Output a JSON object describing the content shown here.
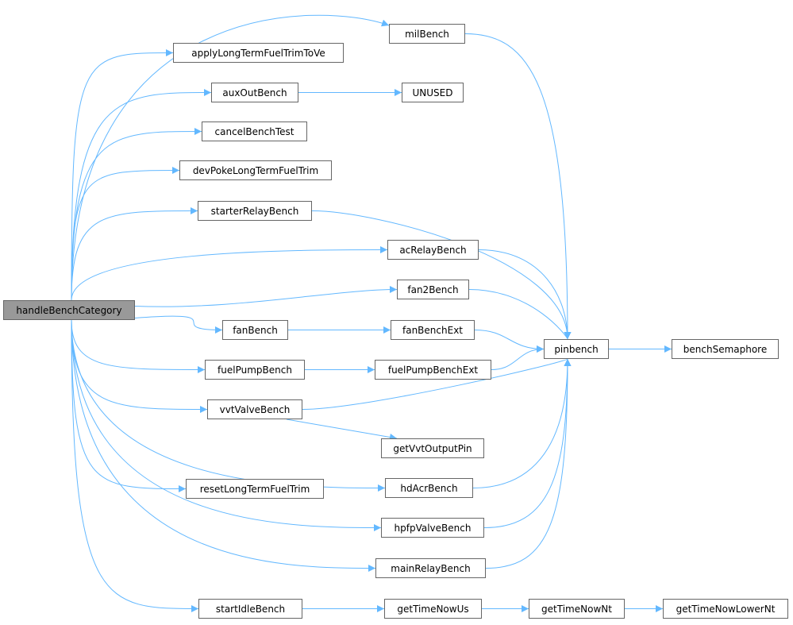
{
  "colors": {
    "edge": "#63b8ff",
    "root_fill": "#999999",
    "node_border": "#666666"
  },
  "nodes": {
    "handleBenchCategory": "handleBenchCategory",
    "milBench": "milBench",
    "applyLongTermFuelTrimToVe": "applyLongTermFuelTrimToVe",
    "auxOutBench": "auxOutBench",
    "UNUSED": "UNUSED",
    "cancelBenchTest": "cancelBenchTest",
    "devPokeLongTermFuelTrim": "devPokeLongTermFuelTrim",
    "starterRelayBench": "starterRelayBench",
    "acRelayBench": "acRelayBench",
    "fan2Bench": "fan2Bench",
    "fanBench": "fanBench",
    "fanBenchExt": "fanBenchExt",
    "pinbench": "pinbench",
    "benchSemaphore": "benchSemaphore",
    "fuelPumpBench": "fuelPumpBench",
    "fuelPumpBenchExt": "fuelPumpBenchExt",
    "vvtValveBench": "vvtValveBench",
    "getVvtOutputPin": "getVvtOutputPin",
    "resetLongTermFuelTrim": "resetLongTermFuelTrim",
    "hdAcrBench": "hdAcrBench",
    "hpfpValveBench": "hpfpValveBench",
    "mainRelayBench": "mainRelayBench",
    "startIdleBench": "startIdleBench",
    "getTimeNowUs": "getTimeNowUs",
    "getTimeNowNt": "getTimeNowNt",
    "getTimeNowLowerNt": "getTimeNowLowerNt"
  },
  "edges": [
    [
      "handleBenchCategory",
      "milBench"
    ],
    [
      "handleBenchCategory",
      "applyLongTermFuelTrimToVe"
    ],
    [
      "handleBenchCategory",
      "auxOutBench"
    ],
    [
      "handleBenchCategory",
      "cancelBenchTest"
    ],
    [
      "handleBenchCategory",
      "devPokeLongTermFuelTrim"
    ],
    [
      "handleBenchCategory",
      "starterRelayBench"
    ],
    [
      "handleBenchCategory",
      "acRelayBench"
    ],
    [
      "handleBenchCategory",
      "fan2Bench"
    ],
    [
      "handleBenchCategory",
      "fanBench"
    ],
    [
      "handleBenchCategory",
      "fuelPumpBench"
    ],
    [
      "handleBenchCategory",
      "vvtValveBench"
    ],
    [
      "handleBenchCategory",
      "resetLongTermFuelTrim"
    ],
    [
      "handleBenchCategory",
      "hdAcrBench"
    ],
    [
      "handleBenchCategory",
      "hpfpValveBench"
    ],
    [
      "handleBenchCategory",
      "mainRelayBench"
    ],
    [
      "handleBenchCategory",
      "startIdleBench"
    ],
    [
      "milBench",
      "pinbench"
    ],
    [
      "auxOutBench",
      "UNUSED"
    ],
    [
      "starterRelayBench",
      "pinbench"
    ],
    [
      "acRelayBench",
      "pinbench"
    ],
    [
      "fan2Bench",
      "pinbench"
    ],
    [
      "fanBench",
      "fanBenchExt"
    ],
    [
      "fanBenchExt",
      "pinbench"
    ],
    [
      "fuelPumpBench",
      "fuelPumpBenchExt"
    ],
    [
      "fuelPumpBenchExt",
      "pinbench"
    ],
    [
      "vvtValveBench",
      "pinbench"
    ],
    [
      "vvtValveBench",
      "getVvtOutputPin"
    ],
    [
      "hdAcrBench",
      "pinbench"
    ],
    [
      "hpfpValveBench",
      "pinbench"
    ],
    [
      "mainRelayBench",
      "pinbench"
    ],
    [
      "pinbench",
      "benchSemaphore"
    ],
    [
      "startIdleBench",
      "getTimeNowUs"
    ],
    [
      "getTimeNowUs",
      "getTimeNowNt"
    ],
    [
      "getTimeNowNt",
      "getTimeNowLowerNt"
    ]
  ]
}
